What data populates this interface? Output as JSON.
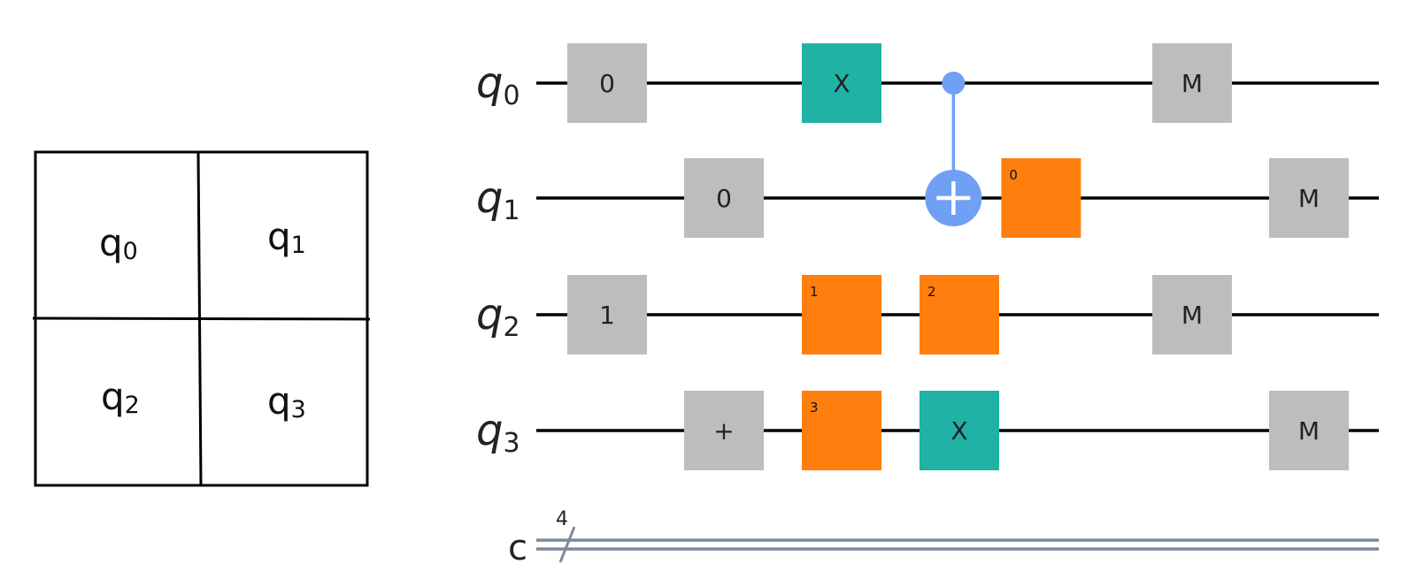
{
  "grid": {
    "cells": [
      {
        "base": "q",
        "sub": "0"
      },
      {
        "base": "q",
        "sub": "1"
      },
      {
        "base": "q",
        "sub": "2"
      },
      {
        "base": "q",
        "sub": "3"
      }
    ]
  },
  "circuit": {
    "qubits": [
      {
        "base": "q",
        "sub": "0"
      },
      {
        "base": "q",
        "sub": "1"
      },
      {
        "base": "q",
        "sub": "2"
      },
      {
        "base": "q",
        "sub": "3"
      }
    ],
    "classical": {
      "label": "c",
      "width": "4"
    },
    "colors": {
      "gray": "#bdbdbd",
      "teal": "#1fb2a5",
      "orange": "#ff7f0e",
      "control": "#6fa0f4",
      "wire": "#000000",
      "classical": "#7c8a9b"
    },
    "gates": [
      {
        "qubit": 0,
        "column": 1,
        "label": "0",
        "style": "gray"
      },
      {
        "qubit": 0,
        "column": 3,
        "label": "X",
        "style": "teal"
      },
      {
        "qubit": 0,
        "column": 6,
        "label": "M",
        "style": "gray"
      },
      {
        "qubit": 1,
        "column": 2,
        "label": "0",
        "style": "gray"
      },
      {
        "qubit": 1,
        "column": 4.7,
        "label": "0",
        "style": "orange-small"
      },
      {
        "qubit": 1,
        "column": 7,
        "label": "M",
        "style": "gray"
      },
      {
        "qubit": 2,
        "column": 1,
        "label": "1",
        "style": "gray"
      },
      {
        "qubit": 2,
        "column": 3,
        "label": "1",
        "style": "orange-small"
      },
      {
        "qubit": 2,
        "column": 4,
        "label": "2",
        "style": "orange-small"
      },
      {
        "qubit": 2,
        "column": 6,
        "label": "M",
        "style": "gray"
      },
      {
        "qubit": 3,
        "column": 2,
        "label": "+",
        "style": "gray"
      },
      {
        "qubit": 3,
        "column": 3,
        "label": "3",
        "style": "orange-small"
      },
      {
        "qubit": 3,
        "column": 4,
        "label": "X",
        "style": "teal"
      },
      {
        "qubit": 3,
        "column": 7,
        "label": "M",
        "style": "gray"
      }
    ],
    "cnot": {
      "control": 0,
      "target": 1,
      "column": 3.95
    }
  }
}
